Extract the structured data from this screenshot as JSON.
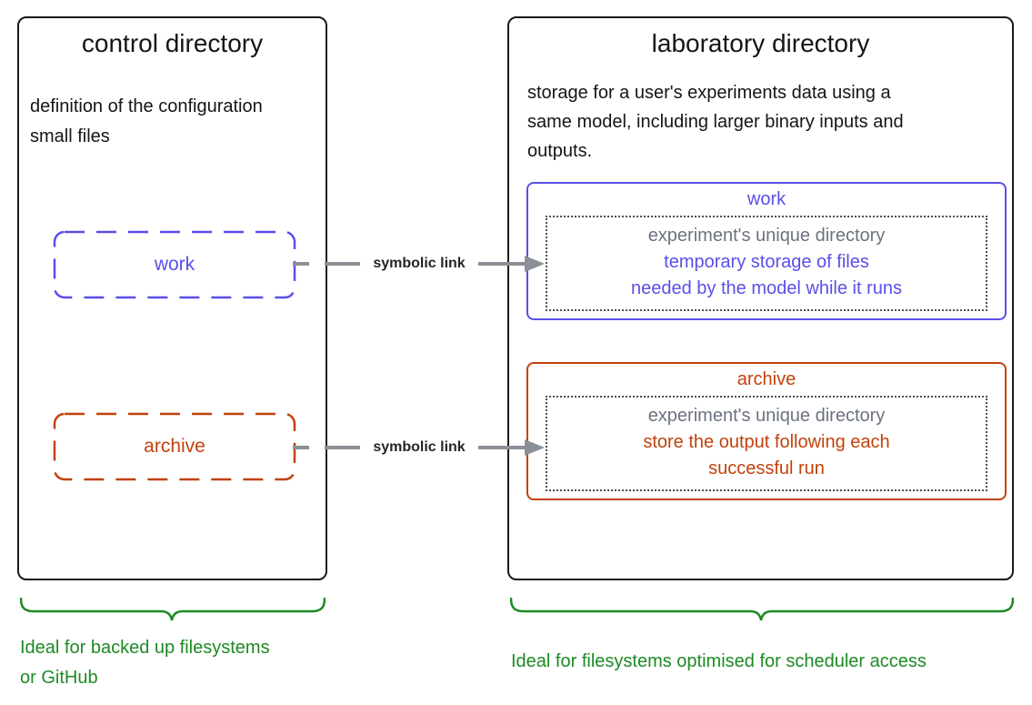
{
  "colors": {
    "violet": "#5a4fe8",
    "orange": "#c2410c",
    "green": "#1d8a24",
    "gray_text": "#6b7280",
    "arrow_gray": "#8b9096",
    "box_border": "#1a1a1a",
    "dotted_border": "#4b5158",
    "link_label": "#22262b"
  },
  "control_directory": {
    "title": "control directory",
    "description": [
      "definition of the configuration",
      "small files"
    ],
    "work_label": "work",
    "archive_label": "archive",
    "caption": [
      "Ideal for backed up filesystems",
      "or GitHub"
    ]
  },
  "laboratory_directory": {
    "title": "laboratory directory",
    "description": [
      "storage for a user's experiments data using a",
      "same model, including larger binary inputs and",
      "outputs."
    ],
    "work_box": {
      "title": "work",
      "lines": [
        "experiment's unique directory",
        "temporary storage of files",
        "needed by the model while it runs"
      ]
    },
    "archive_box": {
      "title": "archive",
      "lines": [
        "experiment's unique directory",
        "store the output following each",
        "successful run"
      ]
    },
    "caption": "Ideal for filesystems optimised for scheduler access"
  },
  "links": {
    "work": "symbolic link",
    "archive": "symbolic link"
  }
}
